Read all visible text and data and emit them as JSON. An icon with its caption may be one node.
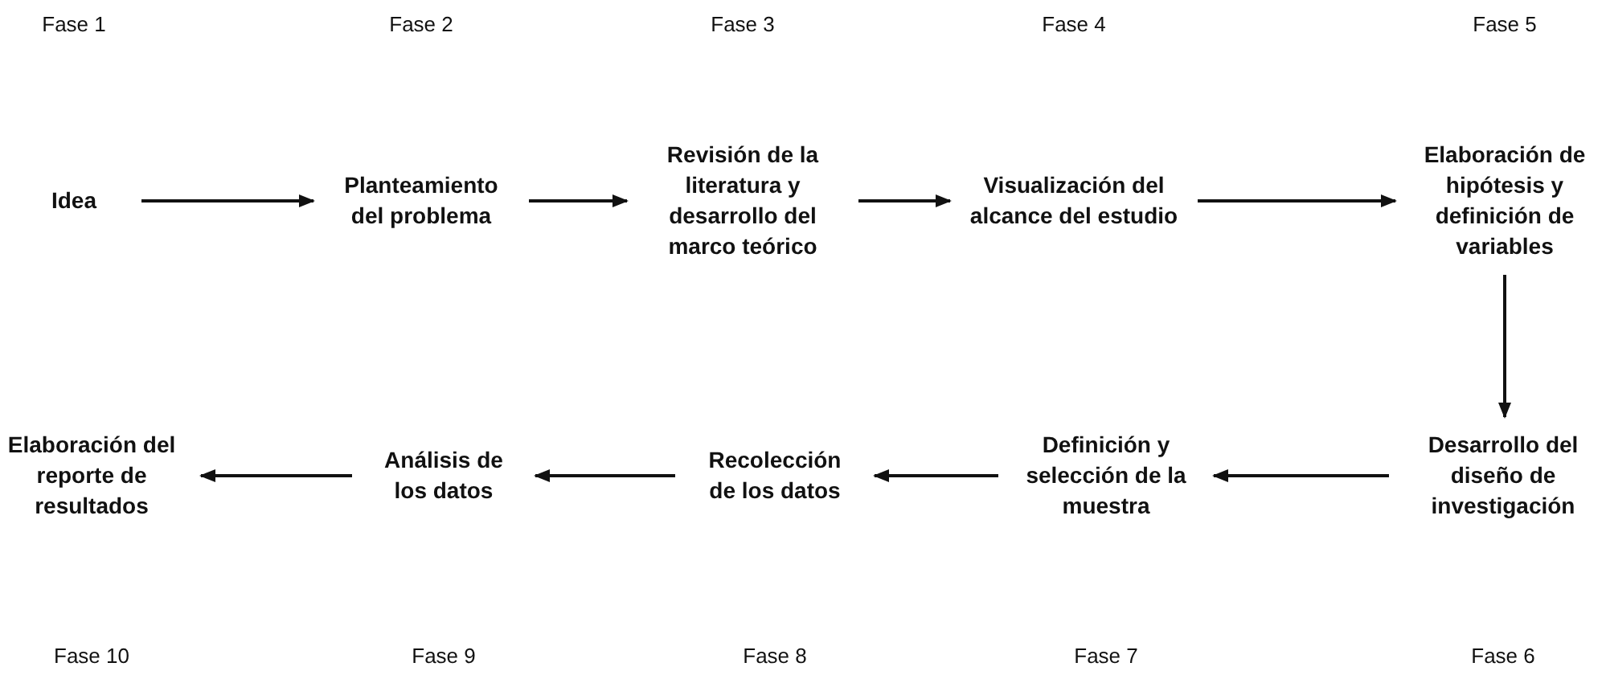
{
  "diagram": {
    "nodes": [
      {
        "text": [
          "Idea"
        ]
      },
      {
        "text": [
          "Planteamiento del problema"
        ]
      },
      {
        "text": [
          "Revisión de la literatura y desarrollo del marco teórico"
        ]
      },
      {
        "text": [
          "Visualización del alcance del estudio"
        ]
      },
      {
        "text": [
          "Elaboración de hipótesis y definición de variables"
        ]
      },
      {
        "text": [
          "Desarrollo del diseño de investigación"
        ]
      },
      {
        "text": [
          "Definición y selección de la muestra"
        ]
      },
      {
        "text": [
          "Recolección de los datos"
        ]
      },
      {
        "text": [
          "Análisis de los datos"
        ]
      },
      {
        "text": [
          "Elaboración del reporte de resultados"
        ]
      }
    ],
    "labels": [
      "Fase 1",
      "Fase 2",
      "Fase 3",
      "Fase 4",
      "Fase 5",
      "Fase 10",
      "Fase 9",
      "Fase 8",
      "Fase 7",
      "Fase 6"
    ],
    "edges": [
      {
        "from": 0,
        "to": 1,
        "arrow": "to"
      },
      {
        "from": 1,
        "to": 2,
        "arrow": "to"
      },
      {
        "from": 2,
        "to": 3,
        "arrow": "to"
      },
      {
        "from": 3,
        "to": 4,
        "arrow": "to"
      },
      {
        "from": 4,
        "to": 5,
        "arrow": "to"
      },
      {
        "from": 5,
        "to": 6,
        "arrow": "to"
      },
      {
        "from": 6,
        "to": 7,
        "arrow": "to"
      },
      {
        "from": 7,
        "to": 8,
        "arrow": "to"
      },
      {
        "from": 8,
        "to": 9,
        "arrow": "to"
      }
    ]
  }
}
